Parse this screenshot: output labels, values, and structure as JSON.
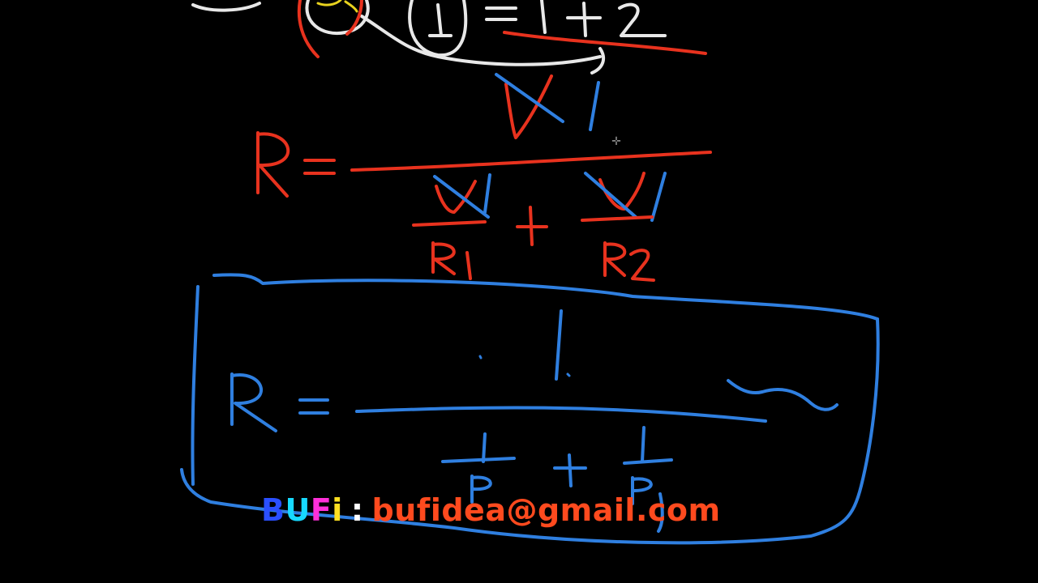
{
  "watermark": {
    "brand_letters": [
      {
        "char": "B",
        "color": "#2a4fff"
      },
      {
        "char": "U",
        "color": "#17d9ff"
      },
      {
        "char": "F",
        "color": "#ff2fd9"
      },
      {
        "char": "i",
        "color": "#ffe021"
      }
    ],
    "separator": ":",
    "email": "bufidea@gmail.com"
  },
  "colors": {
    "background": "#000000",
    "ink_white": "#e8e8e8",
    "ink_red": "#e8321e",
    "ink_blue": "#2f7fe0",
    "ink_yellow": "#e8d21e"
  },
  "cursor_icon": "crosshair-cursor-icon"
}
